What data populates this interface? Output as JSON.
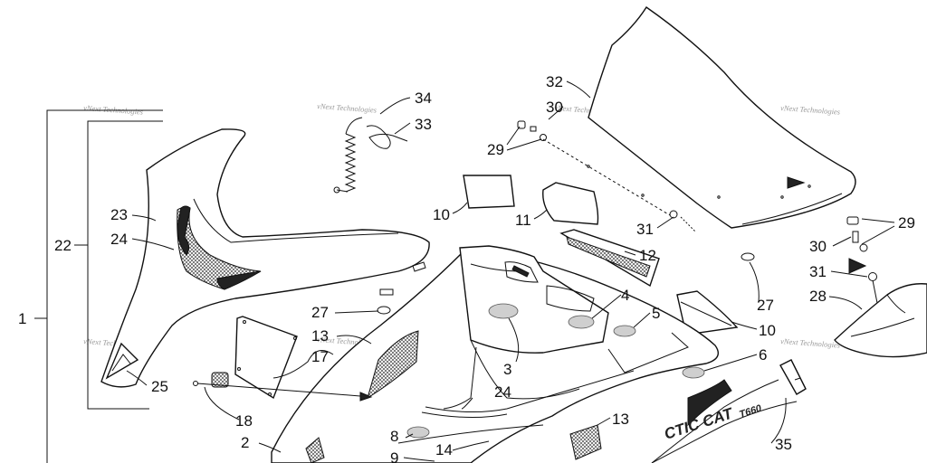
{
  "watermark": "vNext Technologies",
  "callouts": {
    "c1": "1",
    "c2": "2",
    "c3": "3",
    "c4": "4",
    "c5": "5",
    "c6": "6",
    "c8": "8",
    "c9": "9",
    "c10a": "10",
    "c10b": "10",
    "c11": "11",
    "c12": "12",
    "c13a": "13",
    "c13b": "13",
    "c14": "14",
    "c17": "17",
    "c18": "18",
    "c22": "22",
    "c23": "23",
    "c24a": "24",
    "c24b": "24",
    "c25": "25",
    "c27a": "27",
    "c27b": "27",
    "c28": "28",
    "c29a": "29",
    "c29b": "29",
    "c30a": "30",
    "c30b": "30",
    "c31a": "31",
    "c31b": "31",
    "c32": "32",
    "c33": "33",
    "c34": "34",
    "c35": "35"
  },
  "decal_text": {
    "brand": "CTIC CAT",
    "model": "T660"
  }
}
